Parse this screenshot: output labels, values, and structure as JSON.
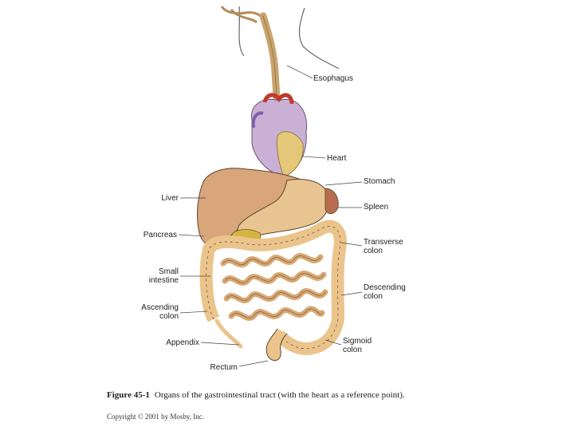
{
  "labels": {
    "esophagus": "Esophagus",
    "heart": "Heart",
    "stomach": "Stomach",
    "spleen": "Spleen",
    "transverse_colon": [
      "Transverse",
      "colon"
    ],
    "descending_colon": [
      "Descending",
      "colon"
    ],
    "sigmoid_colon": [
      "Sigmoid",
      "colon"
    ],
    "liver": "Liver",
    "pancreas": "Pancreas",
    "small_intestine": [
      "Small",
      "intestine"
    ],
    "ascending_colon": [
      "Ascending",
      "colon"
    ],
    "appendix": "Appendix",
    "rectum": "Rectum"
  },
  "caption": {
    "figure_number": "Figure 45-1",
    "text": "Organs of the gastrointestinal tract (with the heart as a reference point)."
  },
  "copyright": "Copyright © 2001 by Mosby, Inc.",
  "colors": {
    "liver": "#d9a57a",
    "stomach": "#e8c590",
    "heart": "#c7a9cf",
    "intestine": "#f0d3a7",
    "colon": "#ebc48c",
    "outline": "#5a4630"
  }
}
